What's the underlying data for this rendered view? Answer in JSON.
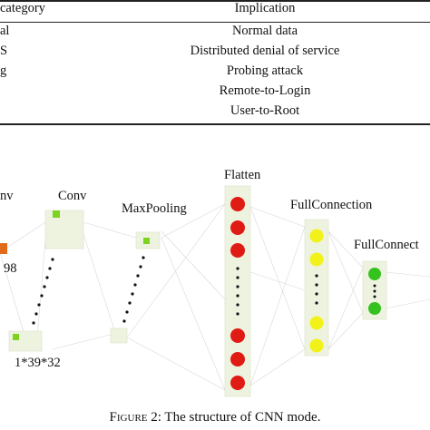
{
  "table": {
    "headers": {
      "category": "category",
      "implication": "Implication"
    },
    "rows": [
      {
        "category": "al",
        "implication": "Normal data"
      },
      {
        "category": "S",
        "implication": "Distributed denial of service"
      },
      {
        "category": "g",
        "implication": "Probing attack"
      },
      {
        "category": "",
        "implication": "Remote-to-Login"
      },
      {
        "category": "",
        "implication": "User-to-Root"
      }
    ]
  },
  "figure": {
    "labels": {
      "input_partial": "nv",
      "input_dim_partial": "98",
      "conv": "Conv",
      "conv_dims": "1*39*32",
      "maxpooling": "MaxPooling",
      "flatten": "Flatten",
      "fullconnection1": "FullConnection",
      "fullconnection2": "FullConnect"
    },
    "colors": {
      "flatten_node": "#e01b14",
      "fc1_node": "#f2f21a",
      "fc2_node": "#35c21f",
      "feature_map": "#eef3e0",
      "accent_green": "#7ed321",
      "accent_orange": "#e06a1a"
    },
    "caption_prefix": "Figure 2:",
    "caption_text": "The structure of CNN mode."
  }
}
